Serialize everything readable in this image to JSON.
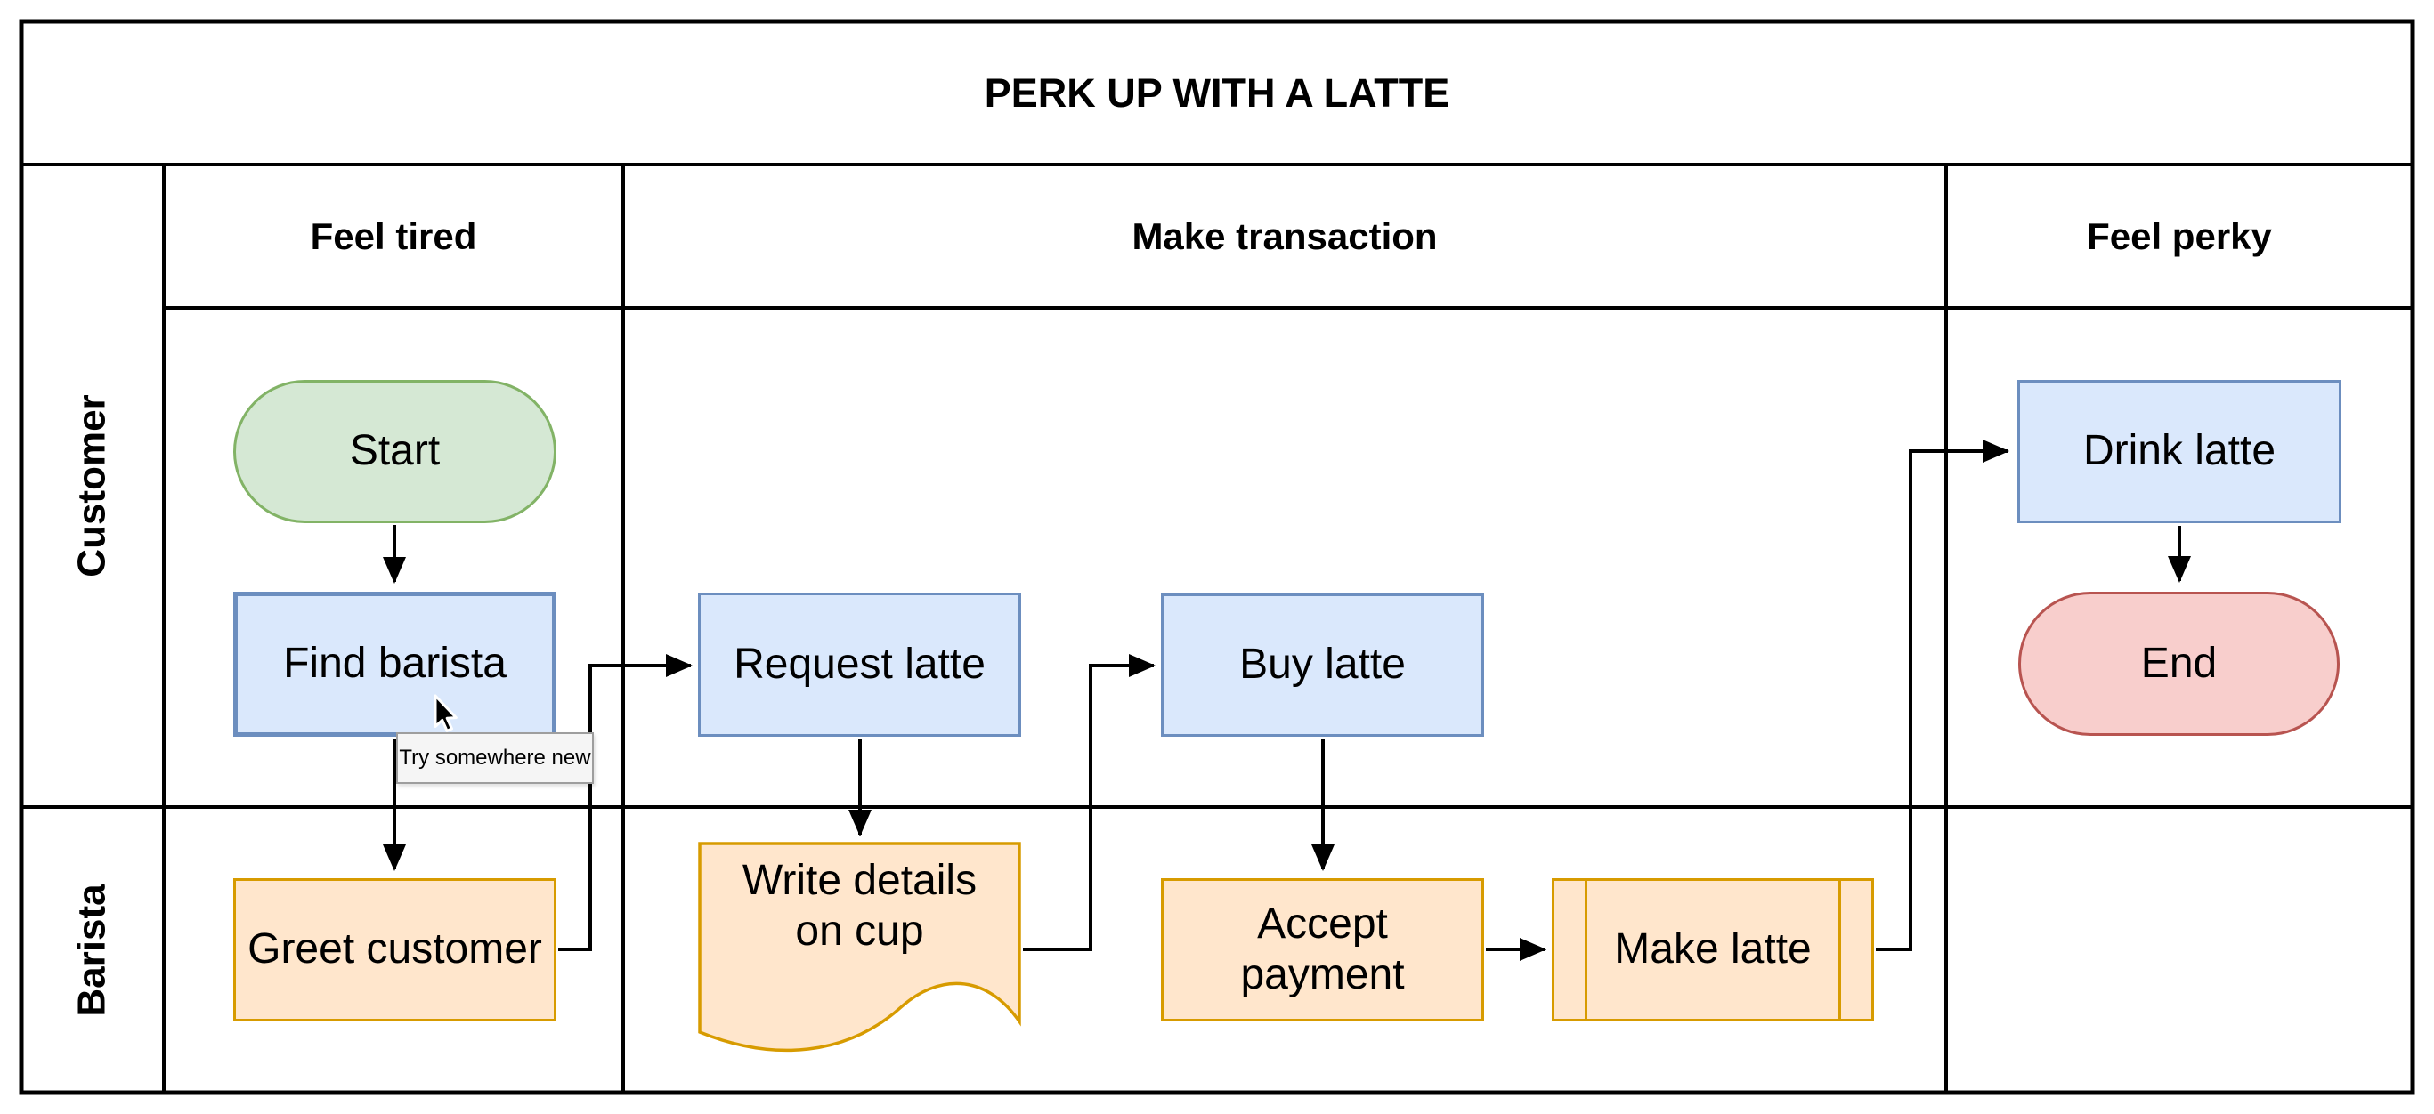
{
  "title": "PERK UP WITH A LATTE",
  "phases": [
    {
      "label": "Feel tired"
    },
    {
      "label": "Make transaction"
    },
    {
      "label": "Feel perky"
    }
  ],
  "lanes": [
    {
      "label": "Customer"
    },
    {
      "label": "Barista"
    }
  ],
  "nodes": {
    "start": {
      "label": "Start",
      "type": "terminator",
      "lane": "Customer",
      "phase": "Feel tired"
    },
    "find_barista": {
      "label": "Find barista",
      "type": "process",
      "lane": "Customer",
      "phase": "Feel tired"
    },
    "greet_customer": {
      "label": "Greet customer",
      "type": "process",
      "lane": "Barista",
      "phase": "Feel tired"
    },
    "request_latte": {
      "label": "Request latte",
      "type": "process",
      "lane": "Customer",
      "phase": "Make transaction"
    },
    "write_details": {
      "label": "Write details\non cup",
      "type": "document",
      "lane": "Barista",
      "phase": "Make transaction"
    },
    "buy_latte": {
      "label": "Buy latte",
      "type": "process",
      "lane": "Customer",
      "phase": "Make transaction"
    },
    "accept_payment": {
      "label": "Accept\npayment",
      "type": "process",
      "lane": "Barista",
      "phase": "Make transaction"
    },
    "make_latte": {
      "label": "Make latte",
      "type": "predefined-process",
      "lane": "Barista",
      "phase": "Make transaction"
    },
    "drink_latte": {
      "label": "Drink latte",
      "type": "process",
      "lane": "Customer",
      "phase": "Feel perky"
    },
    "end": {
      "label": "End",
      "type": "terminator",
      "lane": "Customer",
      "phase": "Feel perky"
    }
  },
  "edges": [
    {
      "from": "start",
      "to": "find_barista"
    },
    {
      "from": "find_barista",
      "to": "greet_customer"
    },
    {
      "from": "greet_customer",
      "to": "request_latte"
    },
    {
      "from": "request_latte",
      "to": "write_details"
    },
    {
      "from": "write_details",
      "to": "buy_latte"
    },
    {
      "from": "buy_latte",
      "to": "accept_payment"
    },
    {
      "from": "accept_payment",
      "to": "make_latte"
    },
    {
      "from": "make_latte",
      "to": "drink_latte"
    },
    {
      "from": "drink_latte",
      "to": "end"
    }
  ],
  "tooltip": {
    "text": "Try somewhere new"
  },
  "cursor": {
    "icon": "arrow-pointer"
  },
  "colors": {
    "grid": "#000000",
    "terminator_start_fill": "#d5e8d4",
    "terminator_start_stroke": "#82b366",
    "process_customer_fill": "#dae8fc",
    "process_customer_stroke": "#6c8ebf",
    "process_barista_fill": "#ffe6cc",
    "process_barista_stroke": "#d79b00",
    "terminator_end_fill": "#f8cecc",
    "terminator_end_stroke": "#b85450",
    "tooltip_bg": "#f5f5f5"
  }
}
